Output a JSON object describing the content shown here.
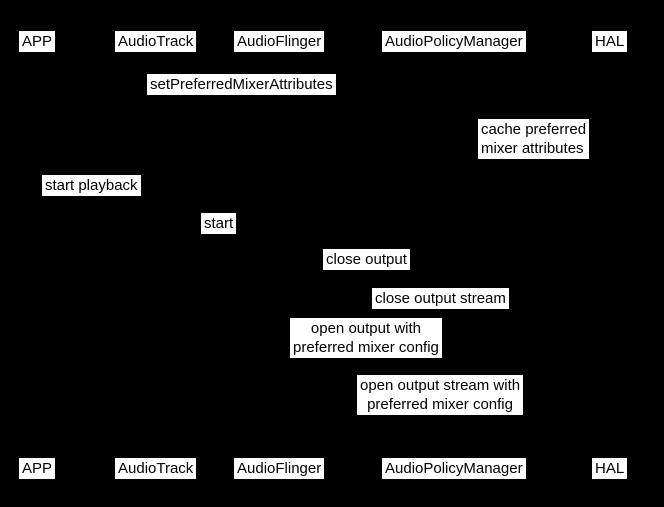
{
  "diagram": {
    "title": "Audio preferred mixer attributes sequence diagram",
    "type": "sequence",
    "background_color": "#000000",
    "box_background_color": "#ffffff",
    "box_text_color": "#000000"
  },
  "participants": {
    "top": [
      {
        "label": "APP"
      },
      {
        "label": "AudioTrack"
      },
      {
        "label": "AudioFlinger"
      },
      {
        "label": "AudioPolicyManager"
      },
      {
        "label": "HAL"
      }
    ],
    "bottom": [
      {
        "label": "APP"
      },
      {
        "label": "AudioTrack"
      },
      {
        "label": "AudioFlinger"
      },
      {
        "label": "AudioPolicyManager"
      },
      {
        "label": "HAL"
      }
    ]
  },
  "messages": [
    {
      "label": "setPreferredMixerAttributes"
    },
    {
      "label": "cache preferred\nmixer attributes"
    },
    {
      "label": "start playback"
    },
    {
      "label": "start"
    },
    {
      "label": "close output"
    },
    {
      "label": "close output stream"
    },
    {
      "label": "open output with\npreferred mixer config"
    },
    {
      "label": "open output stream with\npreferred mixer config"
    }
  ]
}
